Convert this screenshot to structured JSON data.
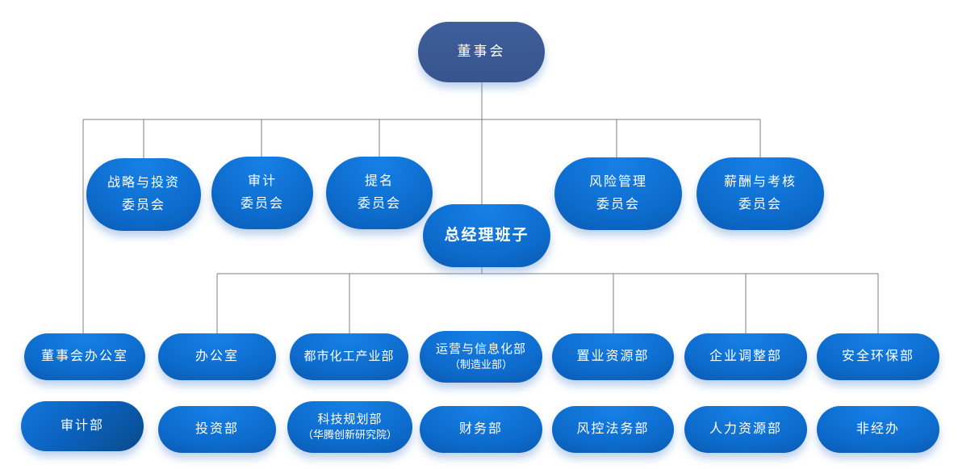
{
  "org_chart": {
    "board": {
      "label": "董事会"
    },
    "general_manager": {
      "label": "总经理班子"
    },
    "committees": [
      {
        "line1": "战略与投资",
        "line2": "委员会"
      },
      {
        "line1": "审计",
        "line2": "委员会"
      },
      {
        "line1": "提名",
        "line2": "委员会"
      },
      {
        "line1": "风险管理",
        "line2": "委员会"
      },
      {
        "line1": "薪酬与考核",
        "line2": "委员会"
      }
    ],
    "departments_row1": [
      {
        "label": "董事会办公室"
      },
      {
        "label": "办公室"
      },
      {
        "label": "都市化工产业部"
      },
      {
        "label": "运营与信息化部",
        "sublabel": "（制造业部）"
      },
      {
        "label": "置业资源部"
      },
      {
        "label": "企业调整部"
      },
      {
        "label": "安全环保部"
      }
    ],
    "departments_row2": [
      {
        "label": "审计部"
      },
      {
        "label": "投资部"
      },
      {
        "label": "科技规划部",
        "sublabel": "（华腾创新研究院）"
      },
      {
        "label": "财务部"
      },
      {
        "label": "风控法务部"
      },
      {
        "label": "人力资源部"
      },
      {
        "label": "非经办"
      }
    ],
    "colors": {
      "board_fill_top": "#3e5f9c",
      "board_fill_bottom": "#37548c",
      "node_fill_light": "#1780e6",
      "node_fill_mid": "#0d6ccd",
      "node_fill_dark": "#0a54a8",
      "audit_fill_dark": "#084a8b",
      "connector": "#7f7f7f",
      "text": "#ffffff",
      "background": "#ffffff"
    }
  }
}
